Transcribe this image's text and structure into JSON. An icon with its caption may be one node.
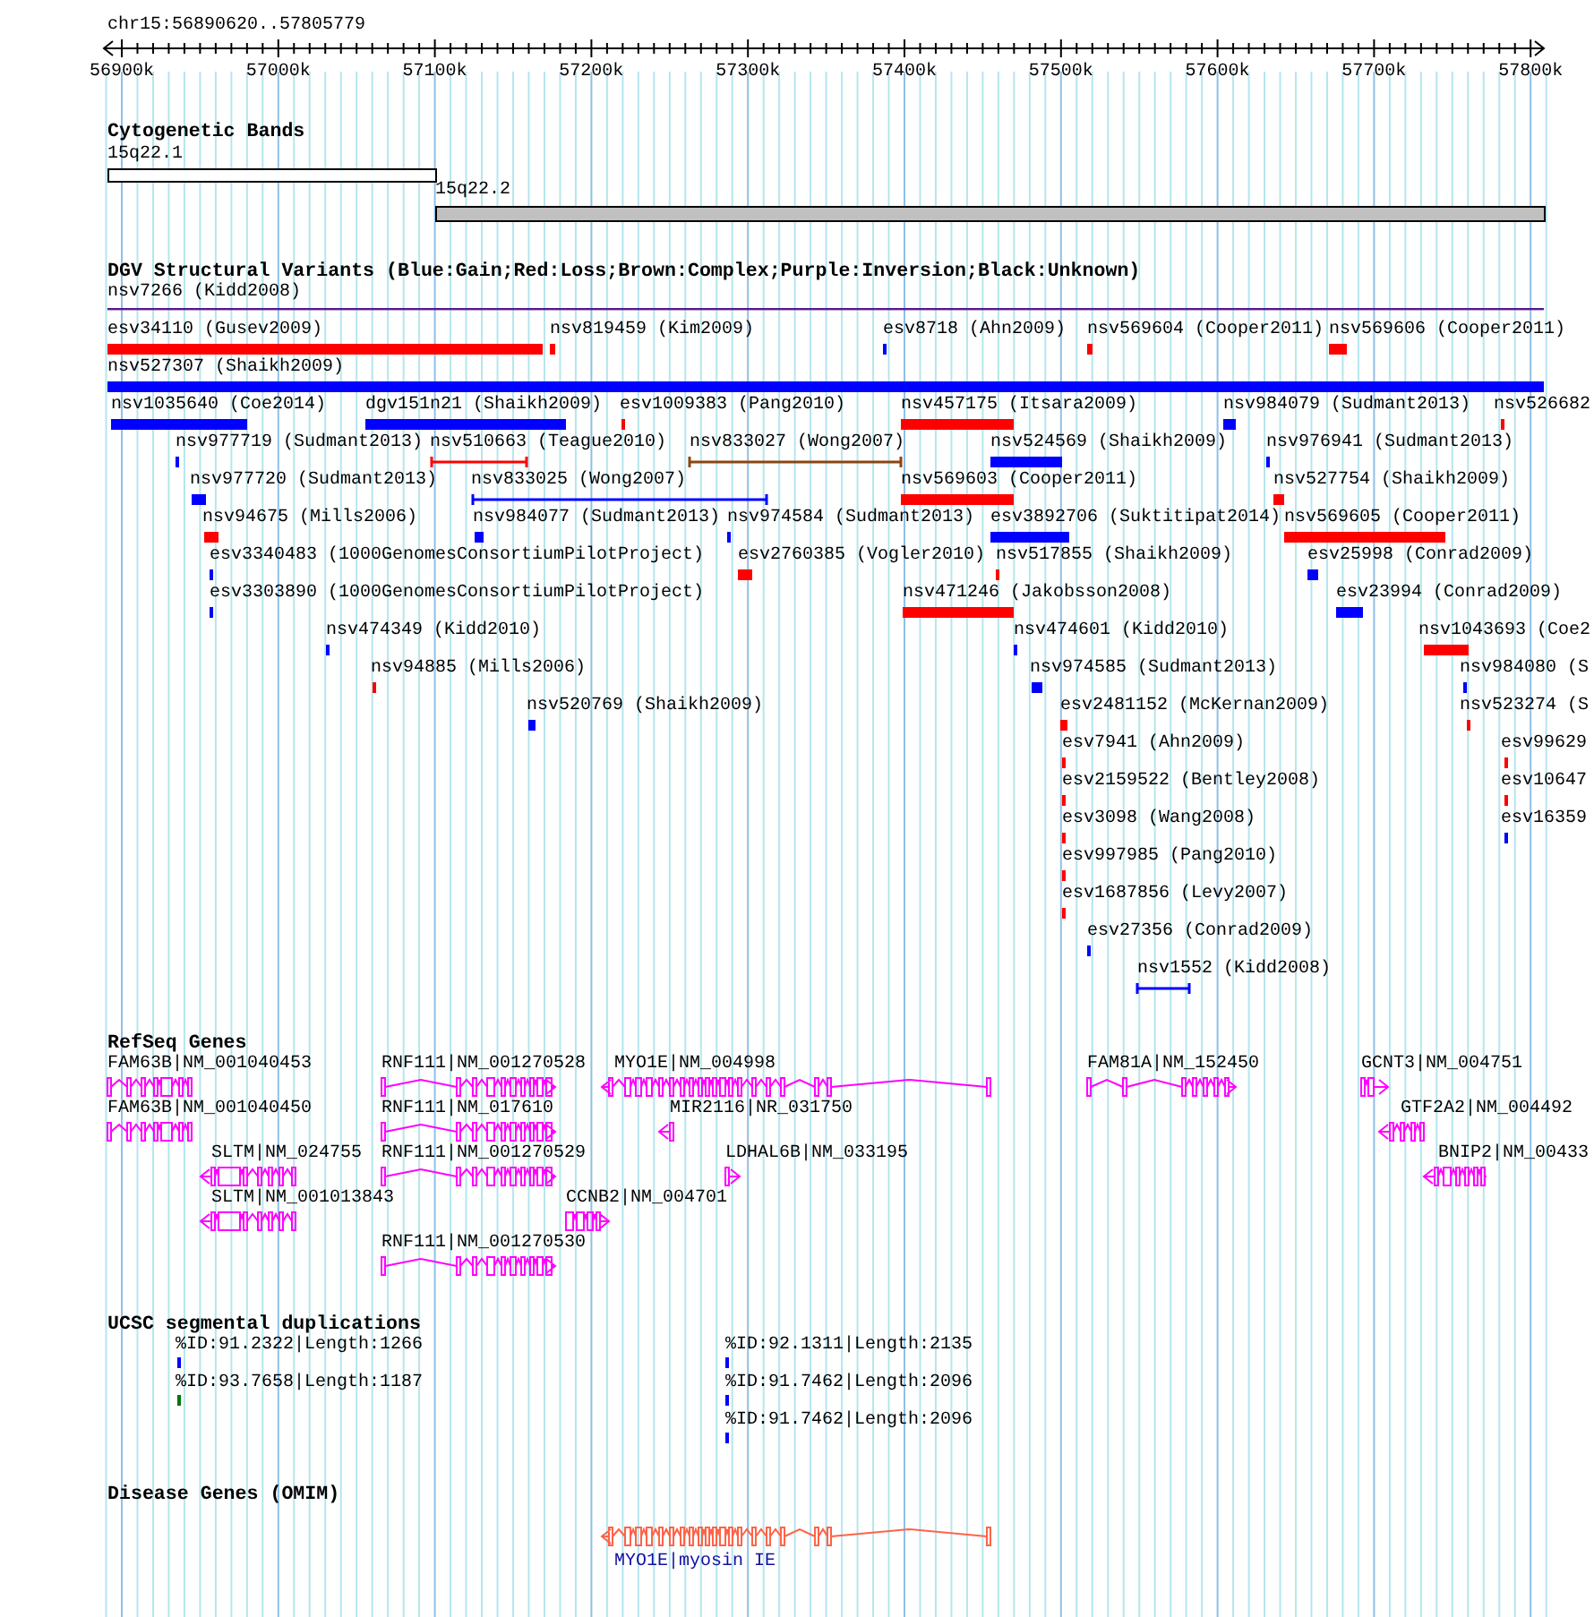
{
  "diagram": {
    "labels": [
      "chr15:56890620..57805779",
      "56900k",
      "57000k",
      "57100k",
      "57200k",
      "57300k",
      "57400k",
      "57500k",
      "57600k",
      "57700k",
      "57800k",
      "Cytogenetic Bands",
      "15q22.1",
      "15q22.2",
      "DGV Structural Variants (Blue:Gain;Red:Loss;Brown:Complex;Purple:Inversion;Black:Unknown)",
      "nsv7266 (Kidd2008)",
      "esv34110 (Gusev2009)",
      "nsv819459 (Kim2009)",
      "esv8718 (Ahn2009)",
      "nsv569604 (Cooper2011)",
      "nsv569606 (Cooper2011)",
      "nsv527307 (Shaikh2009)",
      "nsv1035640 (Coe2014)",
      "dgv151n21 (Shaikh2009)",
      "esv1009383 (Pang2010)",
      "nsv457175 (Itsara2009)",
      "nsv984079 (Sudmant2013)",
      "nsv526682",
      "nsv977719 (Sudmant2013)",
      "nsv510663 (Teague2010)",
      "nsv833027 (Wong2007)",
      "nsv524569 (Shaikh2009)",
      "nsv976941 (Sudmant2013)",
      "nsv977720 (Sudmant2013)",
      "nsv833025 (Wong2007)",
      "nsv569603 (Cooper2011)",
      "nsv527754 (Shaikh2009)",
      "nsv94675 (Mills2006)",
      "nsv984077 (Sudmant2013)",
      "nsv974584 (Sudmant2013)",
      "esv3892706 (Suktitipat2014)",
      "nsv569605 (Cooper2011)",
      "esv3340483 (1000GenomesConsortiumPilotProject)",
      "esv2760385 (Vogler2010)",
      "nsv517855 (Shaikh2009)",
      "esv25998 (Conrad2009)",
      "esv3303890 (1000GenomesConsortiumPilotProject)",
      "nsv471246 (Jakobsson2008)",
      "esv23994 (Conrad2009)",
      "nsv474349 (Kidd2010)",
      "nsv474601 (Kidd2010)",
      "nsv1043693 (Coe2",
      "nsv94885 (Mills2006)",
      "nsv974585 (Sudmant2013)",
      "nsv984080 (S",
      "nsv520769 (Shaikh2009)",
      "esv2481152 (McKernan2009)",
      "nsv523274 (S",
      "esv7941 (Ahn2009)",
      "esv99629",
      "esv2159522 (Bentley2008)",
      "esv10647",
      "esv3098 (Wang2008)",
      "esv16359",
      "esv997985 (Pang2010)",
      "esv1687856 (Levy2007)",
      "esv27356 (Conrad2009)",
      "nsv1552 (Kidd2008)",
      "RefSeq Genes",
      "FAM63B|NM_001040453",
      "RNF111|NM_001270528",
      "MYO1E|NM_004998",
      "FAM81A|NM_152450",
      "GCNT3|NM_004751",
      "FAM63B|NM_001040450",
      "RNF111|NM_017610",
      "MIR2116|NR_031750",
      "GTF2A2|NM_004492",
      "SLTM|NM_024755",
      "RNF111|NM_001270529",
      "LDHAL6B|NM_033195",
      "BNIP2|NM_00433",
      "SLTM|NM_001013843",
      "CCNB2|NM_004701",
      "RNF111|NM_001270530",
      "UCSC segmental duplications",
      "%ID:91.2322|Length:1266",
      "%ID:92.1311|Length:2135",
      "%ID:93.7658|Length:1187",
      "%ID:91.7462|Length:2096",
      "%ID:91.7462|Length:2096",
      "Disease Genes (OMIM)",
      "MYO1E|myosin IE"
    ]
  }
}
